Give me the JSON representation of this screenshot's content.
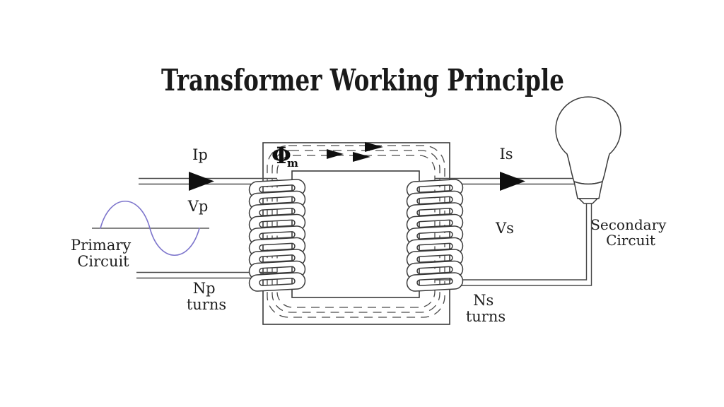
{
  "title": "Transformer Working Principle",
  "core": {
    "flux_symbol": "Φ",
    "flux_subscript": "m"
  },
  "primary": {
    "current_label": "Ip",
    "voltage_label": "Vp",
    "circuit_label_line1": "Primary",
    "circuit_label_line2": "Circuit",
    "turns_label_line1": "Np",
    "turns_label_line2": "turns"
  },
  "secondary": {
    "current_label": "Is",
    "voltage_label": "Vs",
    "circuit_label_line1": "Secondary",
    "circuit_label_line2": "Circuit",
    "turns_label_line1": "Ns",
    "turns_label_line2": "turns"
  },
  "colors": {
    "background": "#ffffff",
    "line_color": "#3a3a3a",
    "text_color": "#1f1f1f",
    "arrow_color": "#0f0f0f",
    "sine_wave_color": "#7d75cc"
  }
}
